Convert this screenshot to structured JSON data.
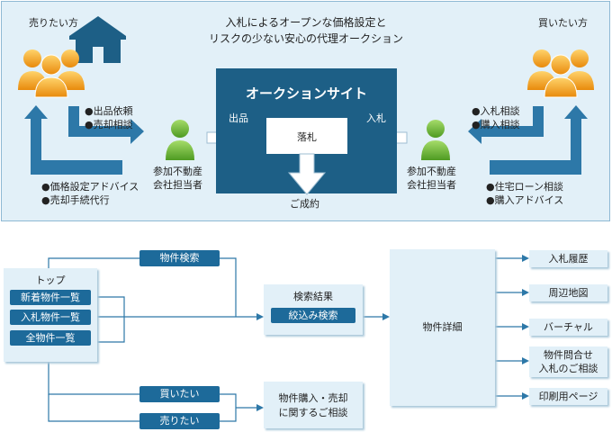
{
  "top": {
    "title_line1": "入札によるオープンな価格設定と",
    "title_line2": "リスクの少ない安心の代理オークション",
    "seller_label": "売りたい方",
    "buyer_label": "買いたい方",
    "auction_title": "オークションサイト",
    "out_label": "出品",
    "in_label": "入札",
    "rakusatsu": "落札",
    "seiyaku": "ご成約",
    "seller_req": [
      "●出品依頼",
      "●売却相談"
    ],
    "seller_adv": [
      "●価格設定アドバイス",
      "●売却手続代行"
    ],
    "agent_line1": "参加不動産",
    "agent_line2": "会社担当者",
    "buyer_req": [
      "●入札相談",
      "●購入相談"
    ],
    "buyer_adv": [
      "●住宅ローン相談",
      "●購入アドバイス"
    ]
  },
  "flow": {
    "top_title": "トップ",
    "top_items": [
      "新着物件一覧",
      "入札物件一覧",
      "全物件一覧"
    ],
    "search": "物件検索",
    "want_buy": "買いたい",
    "want_sell": "売りたい",
    "results_title": "検索結果",
    "refine": "絞込み検索",
    "consult_line1": "物件購入・売却",
    "consult_line2": "に関するご相談",
    "detail": "物件詳細",
    "outputs": [
      "入札履歴",
      "周辺地図",
      "バーチャル",
      "物件問合せ",
      "入札のご相談",
      "印刷用ページ"
    ]
  },
  "colors": {
    "panel_bg": "#e2f0f8",
    "auction_blue": "#1d5f86",
    "person_orange": "#f39c12",
    "agent_green": "#6cb33f",
    "arrow_blue": "#2d78a8"
  }
}
